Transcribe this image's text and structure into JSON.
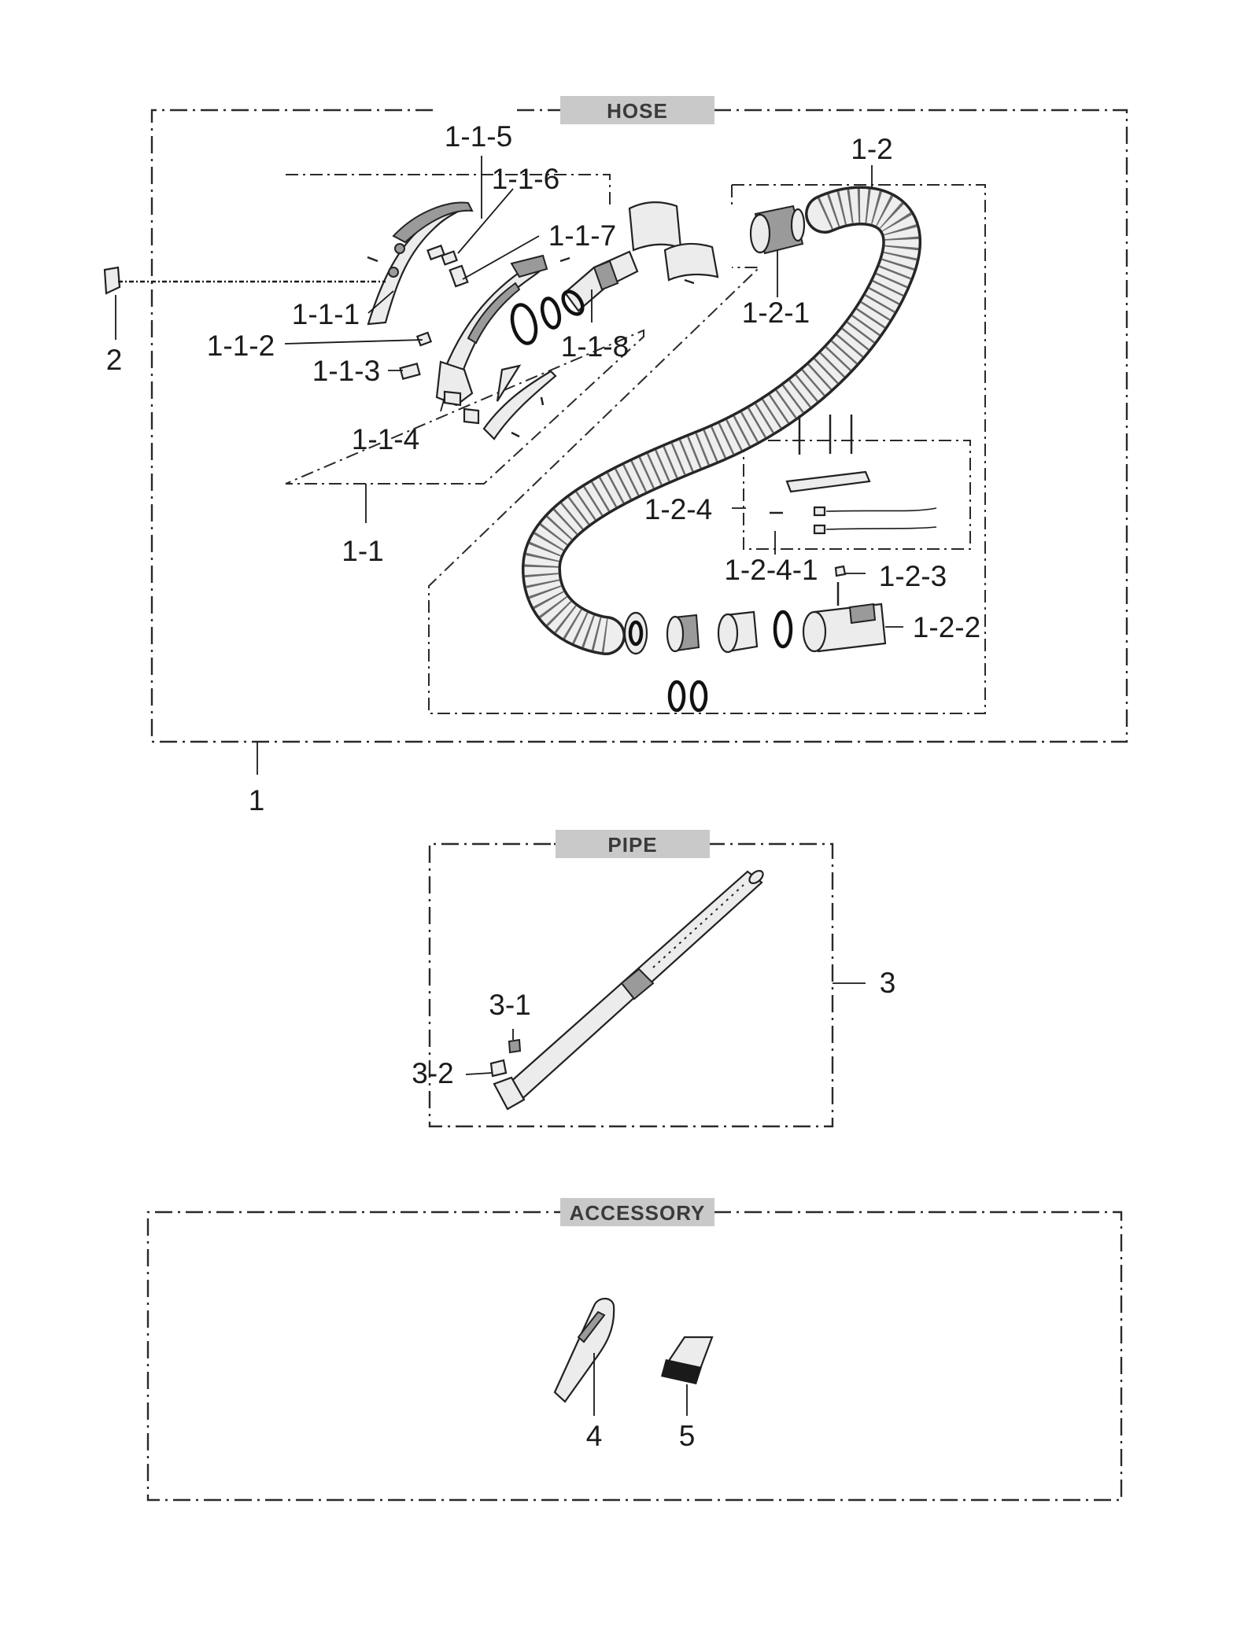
{
  "sections": {
    "hose": {
      "title": "HOSE"
    },
    "pipe": {
      "title": "PIPE"
    },
    "accessory": {
      "title": "ACCESSORY"
    }
  },
  "labels": {
    "l_1_1_5": "1-1-5",
    "l_1_1_6": "1-1-6",
    "l_1_1_7": "1-1-7",
    "l_1_1_1": "1-1-1",
    "l_1_1_2": "1-1-2",
    "l_1_1_3": "1-1-3",
    "l_1_1_4": "1-1-4",
    "l_1_1_8": "1-1-8",
    "l_1_1": "1-1",
    "l_2": "2",
    "l_1_2": "1-2",
    "l_1_2_1": "1-2-1",
    "l_1_2_4": "1-2-4",
    "l_1_2_4_1": "1-2-4-1",
    "l_1_2_3": "1-2-3",
    "l_1_2_2": "1-2-2",
    "l_1": "1",
    "l_3": "3",
    "l_3_1": "3-1",
    "l_3_2": "3-2",
    "l_4": "4",
    "l_5": "5"
  }
}
